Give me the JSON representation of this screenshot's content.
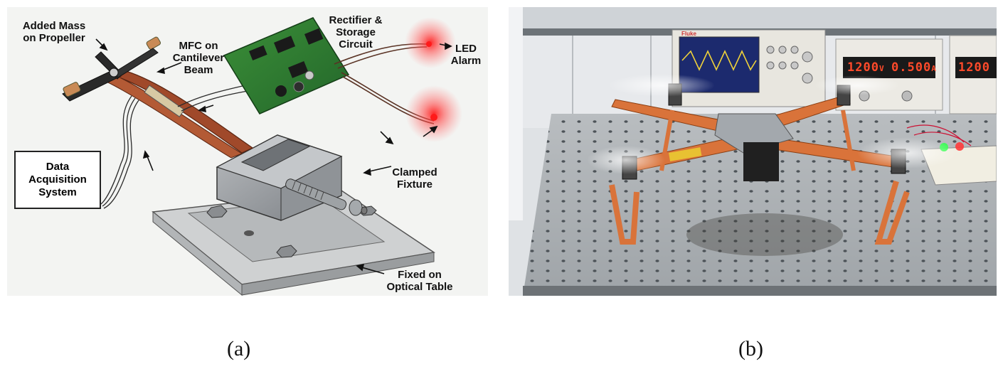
{
  "panel_a": {
    "labels": {
      "added_mass": "Added Mass\non Propeller",
      "mfc": "MFC on\nCantilever\nBeam",
      "rectifier": "Rectifier &\nStorage\nCircuit",
      "led": "LED\nAlarm",
      "daq": "Data\nAcquisition\nSystem",
      "clamp": "Clamped\nFixture",
      "fixed": "Fixed on\nOptical Table"
    },
    "caption": "(a)"
  },
  "panel_b": {
    "scope_brand": "Fluke",
    "psu_voltage": "1200",
    "psu_voltage_unit": "V",
    "psu_current": "0.500",
    "psu_current_unit": "A",
    "psu2_voltage": "1200",
    "caption": "(b)"
  },
  "colors": {
    "wood": "#a0492a",
    "pcb": "#2f7d2e",
    "frame": "#d9733a",
    "led_glow": "#ff3a3a",
    "psu_display": "#ff4a2a"
  }
}
